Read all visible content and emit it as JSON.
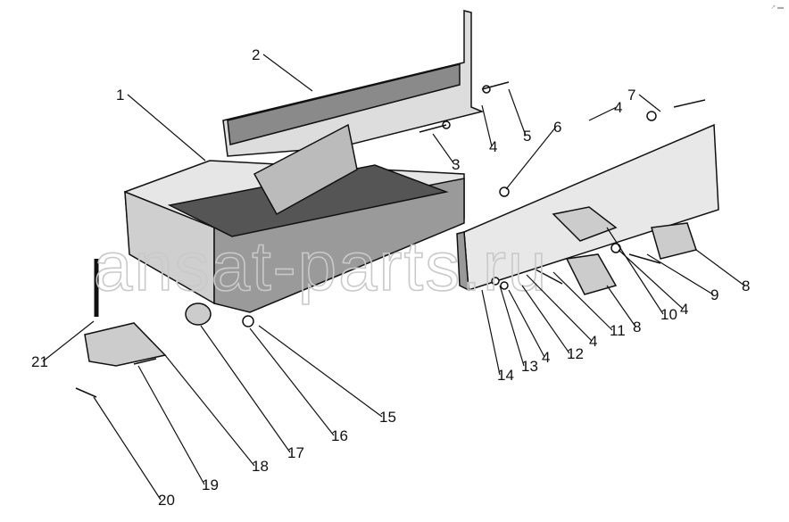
{
  "watermark": "ansat-parts.ru",
  "corner_mark": "↗ ▬",
  "callouts": [
    "1",
    "2",
    "3",
    "4",
    "5",
    "4",
    "6",
    "7",
    "8",
    "9",
    "4",
    "10",
    "8",
    "11",
    "4",
    "12",
    "4",
    "13",
    "14",
    "15",
    "16",
    "17",
    "18",
    "19",
    "20",
    "21"
  ]
}
